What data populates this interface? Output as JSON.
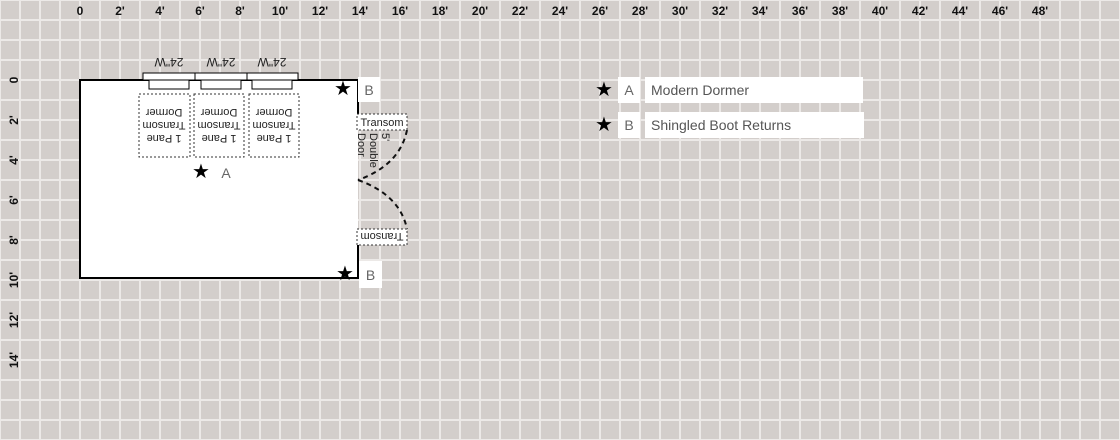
{
  "ruler": {
    "x_ticks": [
      "0",
      "2'",
      "4'",
      "6'",
      "8'",
      "10'",
      "12'",
      "14'",
      "16'",
      "18'",
      "20'",
      "22'",
      "24'",
      "26'",
      "28'",
      "30'",
      "32'",
      "34'",
      "36'",
      "38'",
      "40'",
      "42'",
      "44'",
      "46'",
      "48'"
    ],
    "y_ticks": [
      "0",
      "2'",
      "4'",
      "6'",
      "8'",
      "10'",
      "12'",
      "14'"
    ]
  },
  "plan": {
    "windows": [
      {
        "label": "24\"W"
      },
      {
        "label": "24\"W"
      },
      {
        "label": "24\"W"
      }
    ],
    "dormers": [
      {
        "line1": "1 Pane",
        "line2": "Transom",
        "line3": "Dormer"
      },
      {
        "line1": "1 Pane",
        "line2": "Transom",
        "line3": "Dormer"
      },
      {
        "line1": "1 Pane",
        "line2": "Transom",
        "line3": "Dormer"
      }
    ],
    "transom_top": "Transom",
    "transom_bottom": "Transom",
    "door_line1": "5'",
    "door_line2": "Double",
    "door_line3": "Door",
    "markers": [
      {
        "letter": "A"
      },
      {
        "letter": "B"
      },
      {
        "letter": "B"
      }
    ]
  },
  "legend": [
    {
      "icon": "star-icon",
      "letter": "A",
      "text": "Modern Dormer"
    },
    {
      "icon": "star-icon",
      "letter": "B",
      "text": "Shingled Boot Returns"
    }
  ]
}
